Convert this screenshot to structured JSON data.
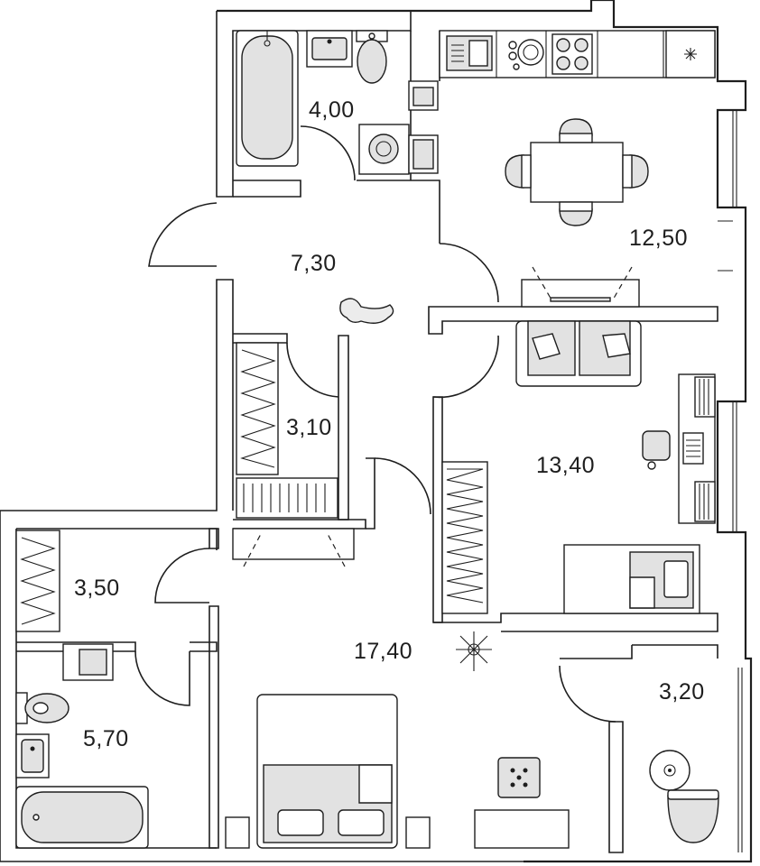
{
  "rooms": [
    {
      "id": "bathroom-top",
      "area": "4,00"
    },
    {
      "id": "kitchen",
      "area": "12,50"
    },
    {
      "id": "hallway",
      "area": "7,30"
    },
    {
      "id": "closet",
      "area": "3,10"
    },
    {
      "id": "bedroom",
      "area": "13,40"
    },
    {
      "id": "storage",
      "area": "3,50"
    },
    {
      "id": "living-room",
      "area": "17,40"
    },
    {
      "id": "bathroom-bottom",
      "area": "5,70"
    },
    {
      "id": "balcony",
      "area": "3,20"
    }
  ],
  "colors": {
    "wall": "#1e1e1e",
    "fixture": "#e2e2e2",
    "background": "#ffffff"
  },
  "icons": [
    "bathtub-icon",
    "sink-icon",
    "toilet-icon",
    "washing-machine-icon",
    "stove-icon",
    "fridge-icon",
    "dining-table-icon",
    "sofa-icon",
    "tv-icon",
    "desk-icon",
    "bed-icon",
    "wardrobe-icon",
    "plant-icon",
    "pet-dog-icon",
    "shower-icon"
  ]
}
